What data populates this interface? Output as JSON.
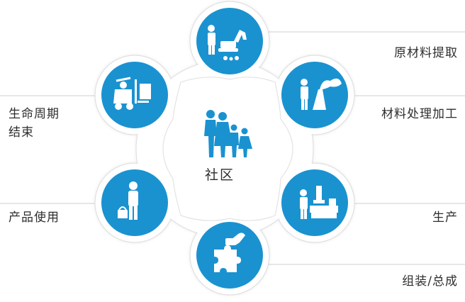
{
  "center": {
    "label": "社区",
    "icon": "family-icon"
  },
  "stages": [
    {
      "id": "extraction",
      "label": "原材料提取",
      "icon": "worker-excavator-icon"
    },
    {
      "id": "processing",
      "label": "材料处理加工",
      "icon": "worker-factory-icon"
    },
    {
      "id": "production",
      "label": "生产",
      "icon": "worker-machine-icon"
    },
    {
      "id": "assembly",
      "label": "组装/总成",
      "icon": "puzzle-hand-icon"
    },
    {
      "id": "use",
      "label": "产品使用",
      "icon": "shopper-basket-icon"
    },
    {
      "id": "end",
      "label_line1": "生命周期",
      "label_line2": "结束",
      "icon": "forklift-icon"
    }
  ],
  "colors": {
    "accent": "#1a92d0",
    "ring": "#e3e3e3",
    "line": "#cfcfcf",
    "icon": "#ffffff"
  }
}
